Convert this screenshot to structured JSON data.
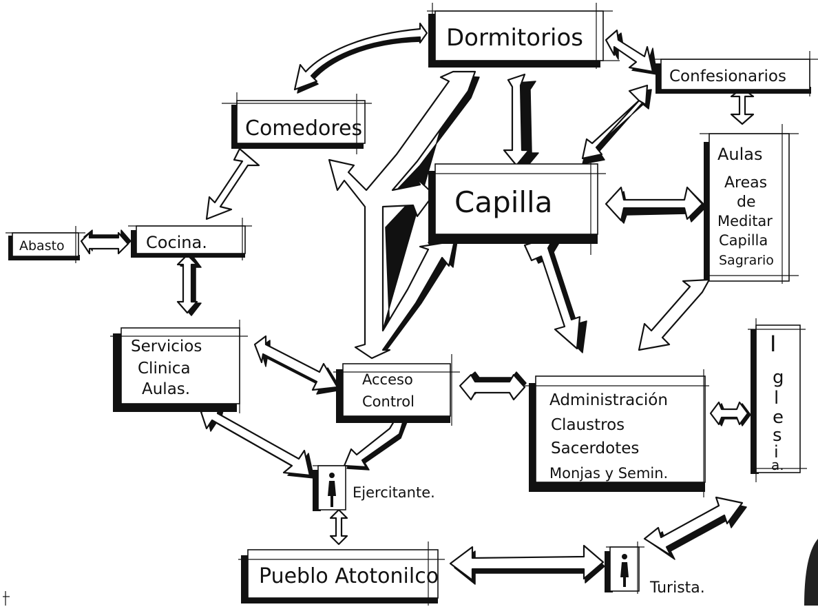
{
  "nodes": {
    "dormitorios": "Dormitorios",
    "confesionarios": "Confesionarios",
    "comedores": "Comedores",
    "capilla": "Capilla",
    "aulas": [
      "Aulas",
      "Areas",
      "de",
      "Meditar",
      "Capilla",
      "Sagrario"
    ],
    "abasto": "Abasto",
    "cocina": "Cocina.",
    "servicios": [
      "Servicios",
      "Clinica",
      "Aulas."
    ],
    "acceso": [
      "Acceso",
      "Control"
    ],
    "administracion": [
      "Administración",
      "Claustros",
      "Sacerdotes",
      "Monjas y Semin."
    ],
    "iglesia": [
      "I",
      "g",
      "l",
      "e",
      "s",
      "i",
      "a."
    ],
    "ejercitante": "Ejercitante.",
    "turista": "Turista.",
    "pueblo": "Pueblo Atotonilco"
  }
}
